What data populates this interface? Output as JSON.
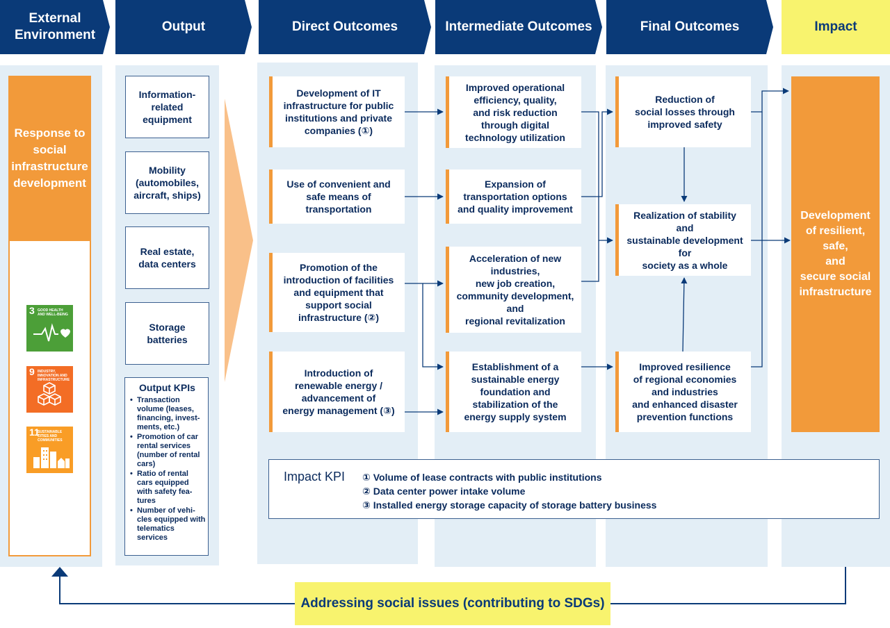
{
  "headers": {
    "external": "External\nEnvironment",
    "output": "Output",
    "direct": "Direct Outcomes",
    "intermediate": "Intermediate Outcomes",
    "final": "Final Outcomes",
    "impact": "Impact"
  },
  "external": {
    "title": "Response to social infrastructure development",
    "sdgs": [
      {
        "num": "3",
        "label": "Good Health and Well-Being",
        "color": "#4c9f38",
        "icon": "heartbeat-icon"
      },
      {
        "num": "9",
        "label": "Industry, Innovation and Infrastructure",
        "color": "#f36d25",
        "icon": "cubes-icon"
      },
      {
        "num": "11",
        "label": "Sustainable Cities and Communities",
        "color": "#f99d26",
        "icon": "city-icon"
      }
    ]
  },
  "output": {
    "items": [
      "Information-\nrelated\nequipment",
      "Mobility\n(automobiles,\naircraft, ships)",
      "Real estate,\ndata centers",
      "Storage\nbatteries"
    ],
    "kpi_title": "Output KPIs",
    "kpis": [
      "Transaction volume (leases, financing, invest-ments, etc.)",
      "Promotion of car rental services (number of rental cars)",
      "Ratio of rental cars equipped with safety fea-tures",
      "Number of vehi-cles equipped with telematics services"
    ]
  },
  "direct": [
    "Development of IT\ninfrastructure for public\ninstitutions and private\ncompanies (①)",
    "Use of convenient and\nsafe means of\ntransportation",
    "Promotion of the\nintroduction of facilities\nand equipment that\nsupport social\ninfrastructure (②)",
    "Introduction of\nrenewable energy /\nadvancement of\nenergy management (③)"
  ],
  "intermediate": [
    "Improved operational\nefficiency, quality,\nand risk reduction\nthrough digital\ntechnology utilization",
    "Expansion of\ntransportation options\nand quality improvement",
    "Acceleration of new\nindustries,\nnew job creation,\ncommunity development,\nand\nregional revitalization",
    "Establishment of a\nsustainable energy\nfoundation and\nstabilization of the\nenergy supply system"
  ],
  "final": [
    "Reduction of\nsocial losses through\nimproved safety",
    "Realization of stability\nand\nsustainable development\nfor\nsociety as a whole",
    "Improved resilience\nof regional economies\nand industries\nand enhanced disaster\nprevention functions"
  ],
  "impact_text": "Development\nof resilient,\nsafe,\nand\nsecure social\ninfrastructure",
  "impact_kpi": {
    "title": "Impact KPI",
    "items": [
      "① Volume of lease contracts with public institutions",
      "② Data center power intake volume",
      "③ Installed energy storage capacity of storage battery business"
    ]
  },
  "footer": "Addressing social issues (contributing to SDGs)",
  "colors": {
    "navy": "#0a3a78",
    "orange": "#f29a3a",
    "yellow": "#f8f36e",
    "panel": "#e3eef6"
  }
}
